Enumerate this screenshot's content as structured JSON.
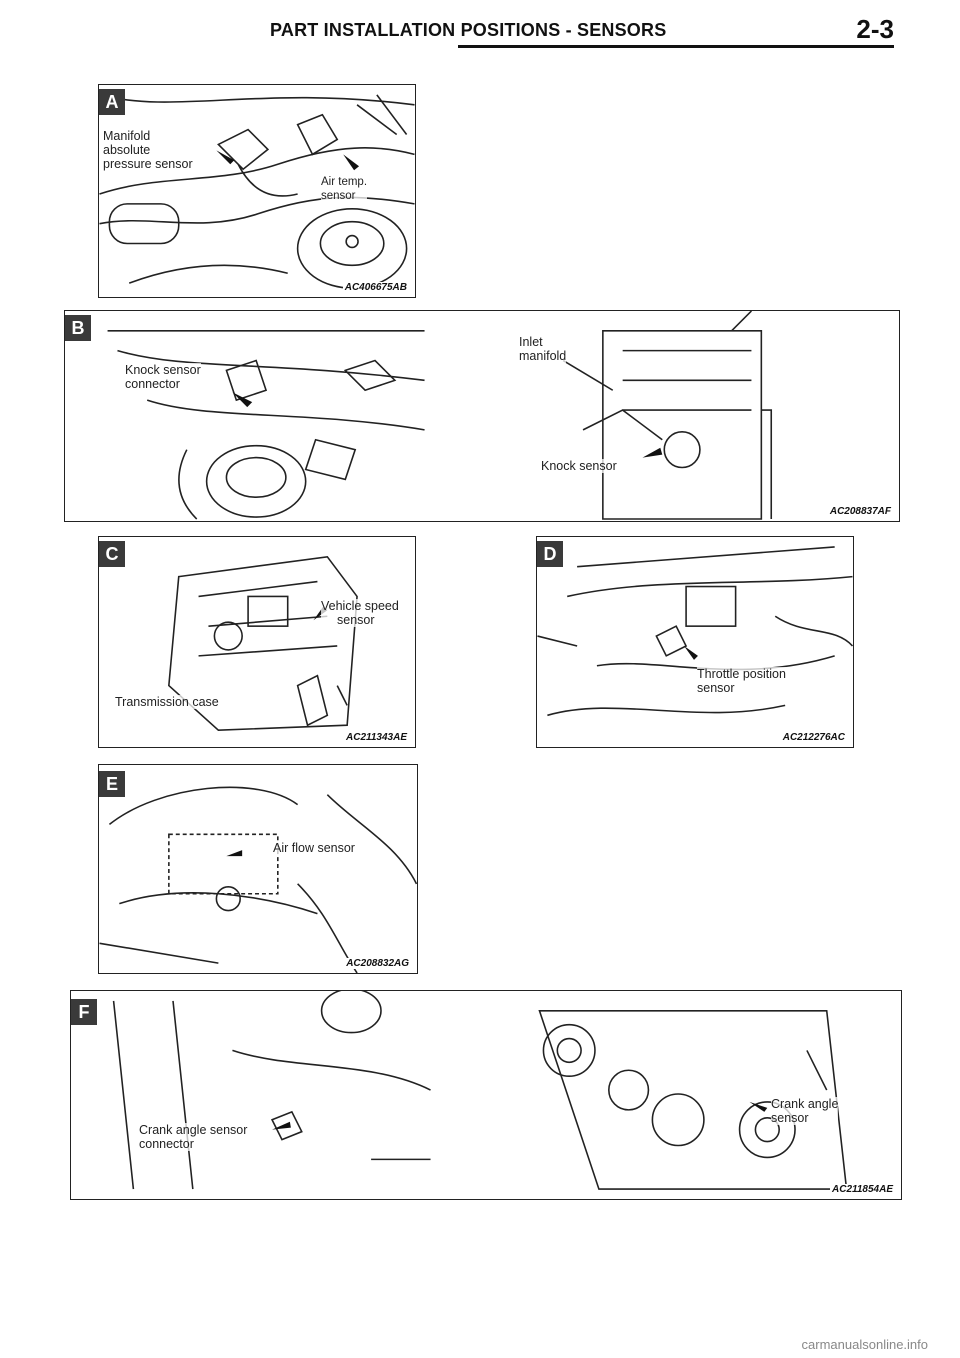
{
  "header": {
    "title": "PART INSTALLATION POSITIONS - SENSORS",
    "page": "2-3"
  },
  "panels": {
    "A": {
      "badge": "A",
      "code": "AC406675AB",
      "labels": {
        "map_sensor": [
          "Manifold",
          "absolute",
          "pressure sensor"
        ],
        "air_temp": [
          "Air temp.",
          "sensor"
        ]
      }
    },
    "B": {
      "badge": "B",
      "code": "AC208837AF",
      "labels": {
        "knock_connector": [
          "Knock sensor",
          "connector"
        ],
        "inlet_manifold": [
          "Inlet",
          "manifold"
        ],
        "knock_sensor": [
          "Knock sensor"
        ]
      }
    },
    "C": {
      "badge": "C",
      "code": "AC211343AE",
      "labels": {
        "vehicle_speed": [
          "Vehicle speed",
          "sensor"
        ],
        "transmission_case": [
          "Transmission case"
        ]
      }
    },
    "D": {
      "badge": "D",
      "code": "AC212276AC",
      "labels": {
        "throttle_position": [
          "Throttle position",
          "sensor"
        ]
      }
    },
    "E": {
      "badge": "E",
      "code": "AC208832AG",
      "labels": {
        "air_flow": [
          "Air flow sensor"
        ]
      }
    },
    "F": {
      "badge": "F",
      "code": "AC211854AE",
      "labels": {
        "crank_connector": [
          "Crank angle sensor",
          "connector"
        ],
        "crank_sensor": [
          "Crank angle",
          "sensor"
        ]
      }
    }
  },
  "footer": "carmanualsonline.info"
}
